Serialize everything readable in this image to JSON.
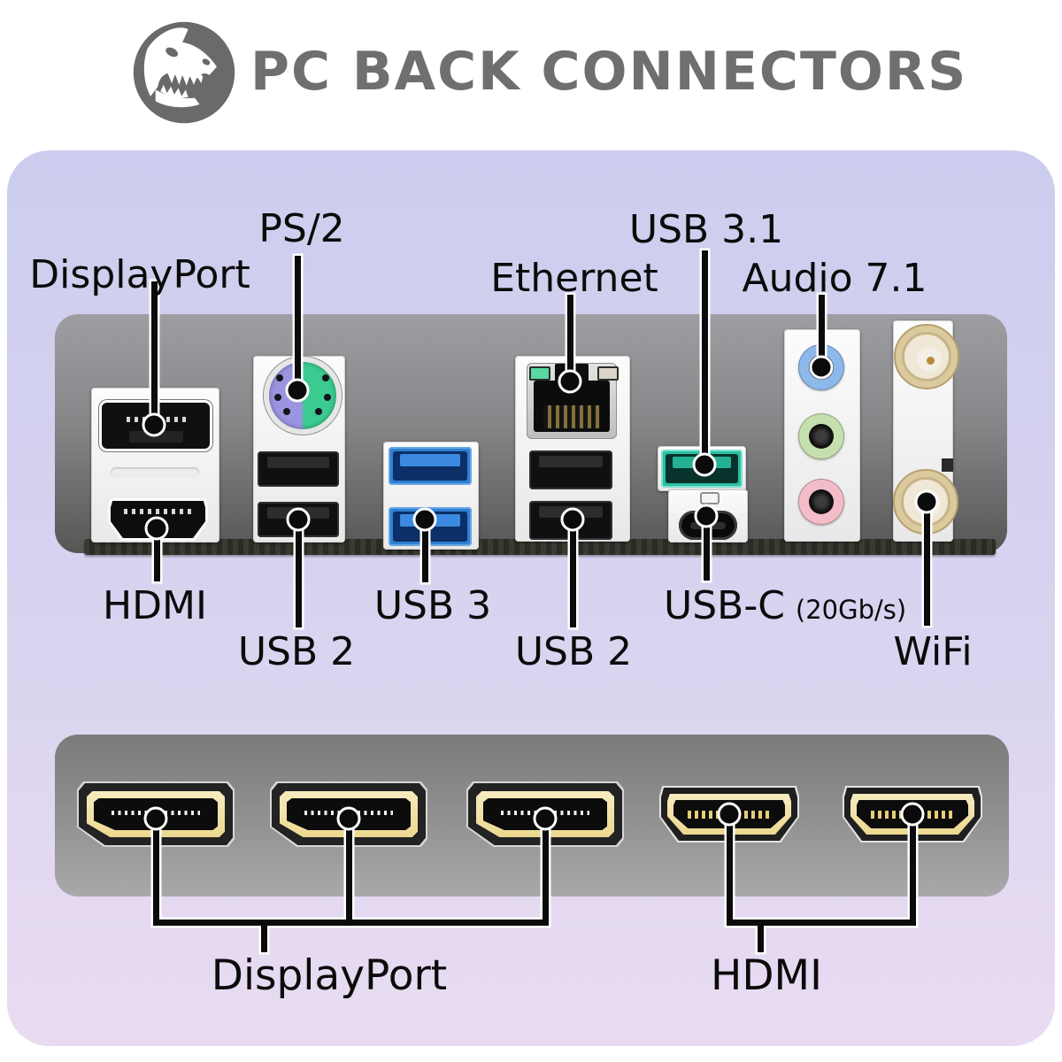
{
  "header": {
    "title": "PC BACK CONNECTORS",
    "logo": "trex-skull-icon",
    "title_color": "#6f6f6f"
  },
  "io_panel": {
    "labels": {
      "displayport": "DisplayPort",
      "ps2": "PS/2",
      "ethernet": "Ethernet",
      "usb31": "USB 3.1",
      "audio71": "Audio 7.1",
      "hdmi": "HDMI",
      "usb2_left": "USB 2",
      "usb3": "USB 3",
      "usb2_right": "USB 2",
      "usbc": "USB-C",
      "usbc_speed": "(20Gb/s)",
      "wifi": "WiFi"
    },
    "ports": {
      "displayport_count": 1,
      "hdmi_count": 1,
      "ps2_count": 1,
      "usb2_count": 4,
      "usb3_count": 2,
      "ethernet_count": 1,
      "usb31_count": 1,
      "usbc_count": 1,
      "audio_jack_count": 3,
      "wifi_antenna_count": 2
    }
  },
  "gpu_panel": {
    "labels": {
      "displayport": "DisplayPort",
      "hdmi": "HDMI"
    },
    "ports": {
      "displayport_count": 3,
      "hdmi_count": 2
    }
  },
  "colors": {
    "panel_top": "#cccdee",
    "panel_bottom": "#e9dcf2",
    "metal_top": "#9e9ea2",
    "metal_bottom": "#565656",
    "ps2_purple": "#9b94e0",
    "ps2_green": "#3bcb90",
    "usb3_blue": "#2e7fd2",
    "usb31_teal": "#2bbfa4",
    "audio_blue": "#8db9ea",
    "audio_green": "#c5e0ae",
    "audio_pink": "#f3bcc9",
    "gold": "#f2e4aa",
    "label": "#0b0b0b",
    "title": "#6f6f6f"
  }
}
